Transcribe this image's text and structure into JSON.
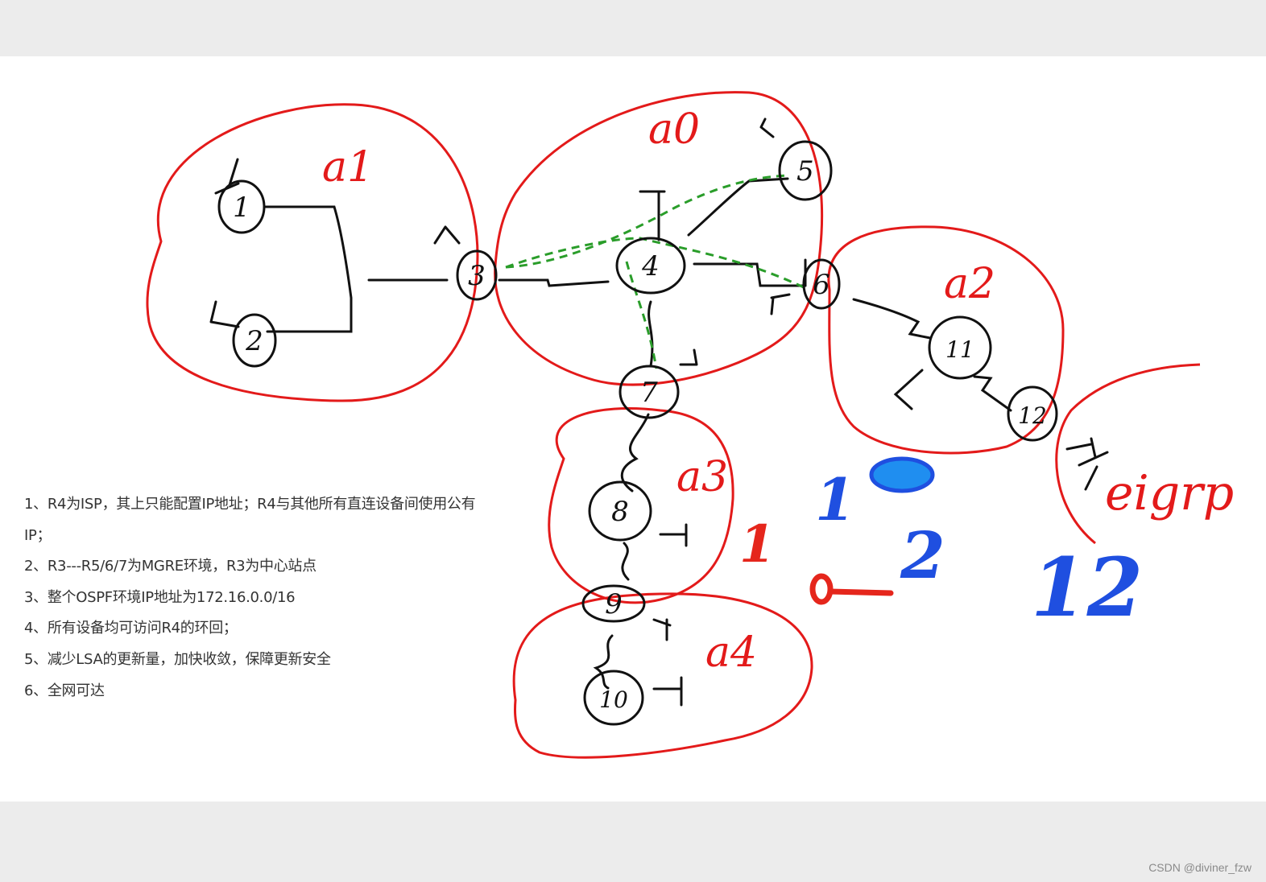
{
  "areas": [
    {
      "label": "a1"
    },
    {
      "label": "a0"
    },
    {
      "label": "a2"
    },
    {
      "label": "a3"
    },
    {
      "label": "a4"
    },
    {
      "label": "eigrp"
    }
  ],
  "routers": [
    "1",
    "2",
    "3",
    "4",
    "5",
    "6",
    "7",
    "8",
    "9",
    "10",
    "11",
    "12"
  ],
  "annotations": {
    "red_one": "1",
    "blue_one": "1",
    "blue_two": "2",
    "blue_twelve": "12"
  },
  "requirements": [
    "1、R4为ISP，其上只能配置IP地址；R4与其他所有直连设备间使用公有",
    "IP；",
    "2、R3---R5/6/7为MGRE环境，R3为中心站点",
    "3、整个OSPF环境IP地址为172.16.0.0/16",
    "4、所有设备均可访问R4的环回；",
    "5、减少LSA的更新量，加快收敛，保障更新安全",
    "6、全网可达"
  ],
  "watermark": "CSDN @diviner_fzw",
  "colors": {
    "area_outline": "#e31a1a",
    "links": "#111111",
    "mgre_tunnel": "#2a9d2a",
    "annotation_blue": "#1f4fe0",
    "annotation_red": "#e5261c"
  }
}
